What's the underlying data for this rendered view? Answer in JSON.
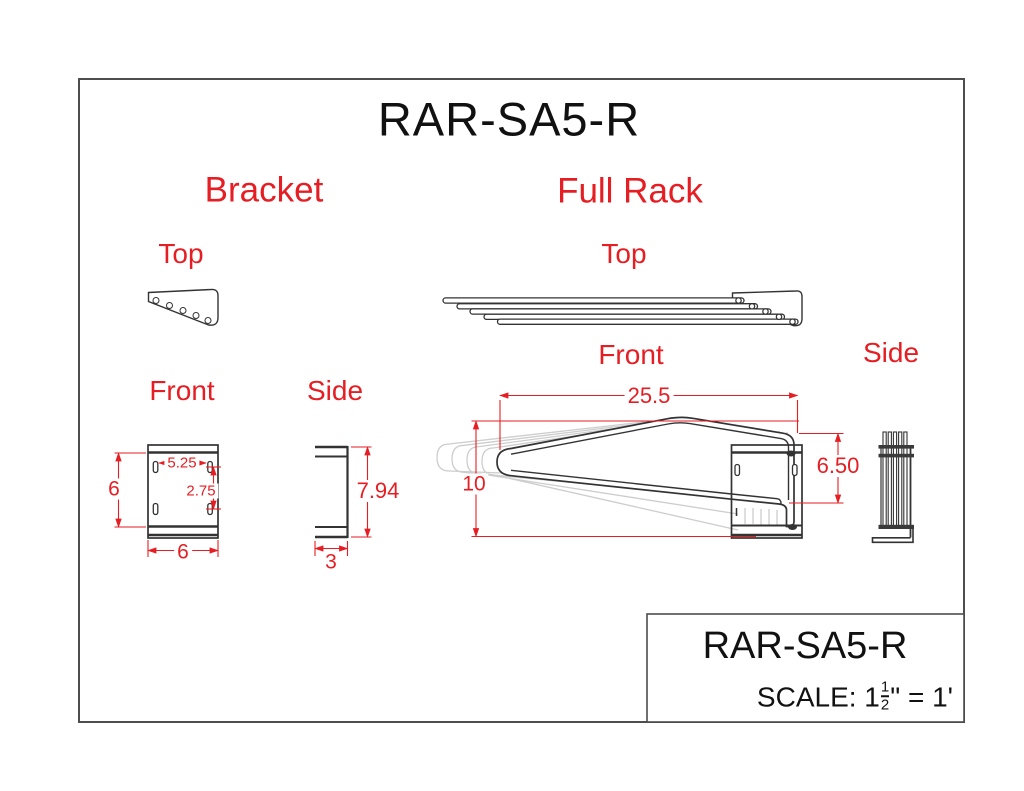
{
  "title": "RAR-SA5-R",
  "colors": {
    "accent": "#E61E23",
    "line": "#333333"
  },
  "bracket": {
    "heading": "Bracket",
    "top_label": "Top",
    "front_label": "Front",
    "side_label": "Side",
    "front_dims": {
      "slot_h": "5.25",
      "slot_v": "2.75",
      "height": "6",
      "width": "6"
    },
    "side_dims": {
      "height": "7.94",
      "depth": "3"
    }
  },
  "full_rack": {
    "heading": "Full Rack",
    "top_label": "Top",
    "front_label": "Front",
    "side_label": "Side",
    "front_dims": {
      "length": "25.5",
      "height_left": "10",
      "height_right": "6.50"
    }
  },
  "title_block": {
    "part_number": "RAR-SA5-R",
    "scale_prefix": "SCALE: 1",
    "fraction_numerator": "1",
    "fraction_denominator": "2",
    "scale_suffix": "\" = 1'"
  }
}
